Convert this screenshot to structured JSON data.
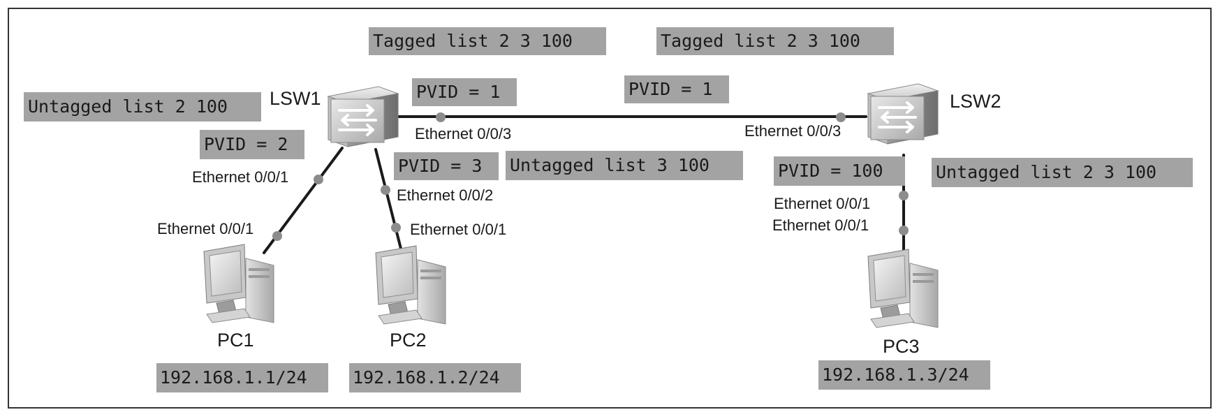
{
  "diagram": {
    "nodes": {
      "lsw1": "LSW1",
      "lsw2": "LSW2",
      "pc1": "PC1",
      "pc2": "PC2",
      "pc3": "PC3"
    },
    "ports": {
      "lsw1_e3": "Ethernet 0/0/3",
      "lsw2_e3": "Ethernet 0/0/3",
      "lsw1_e1": "Ethernet 0/0/1",
      "pc1_e1": "Ethernet 0/0/1",
      "lsw1_e2": "Ethernet 0/0/2",
      "pc2_e1": "Ethernet 0/0/1",
      "lsw2_e1": "Ethernet 0/0/1",
      "pc3_e1": "Ethernet 0/0/1"
    },
    "config_labels": {
      "lsw1_tagged": "Tagged list 2 3 100",
      "lsw2_tagged": "Tagged list 2 3 100",
      "lsw1_trunk_pvid": "PVID = 1",
      "lsw2_trunk_pvid": "PVID = 1",
      "lsw1_e1_untagged": "Untagged list 2 100",
      "lsw1_e1_pvid": "PVID = 2",
      "lsw1_e2_pvid": "PVID = 3",
      "lsw1_e2_untagged": "Untagged list 3 100",
      "lsw2_e1_pvid": "PVID = 100",
      "lsw2_e1_untagged": "Untagged list 2 3 100"
    },
    "ip_addresses": {
      "pc1": "192.168.1.1/24",
      "pc2": "192.168.1.2/24",
      "pc3": "192.168.1.3/24"
    }
  }
}
